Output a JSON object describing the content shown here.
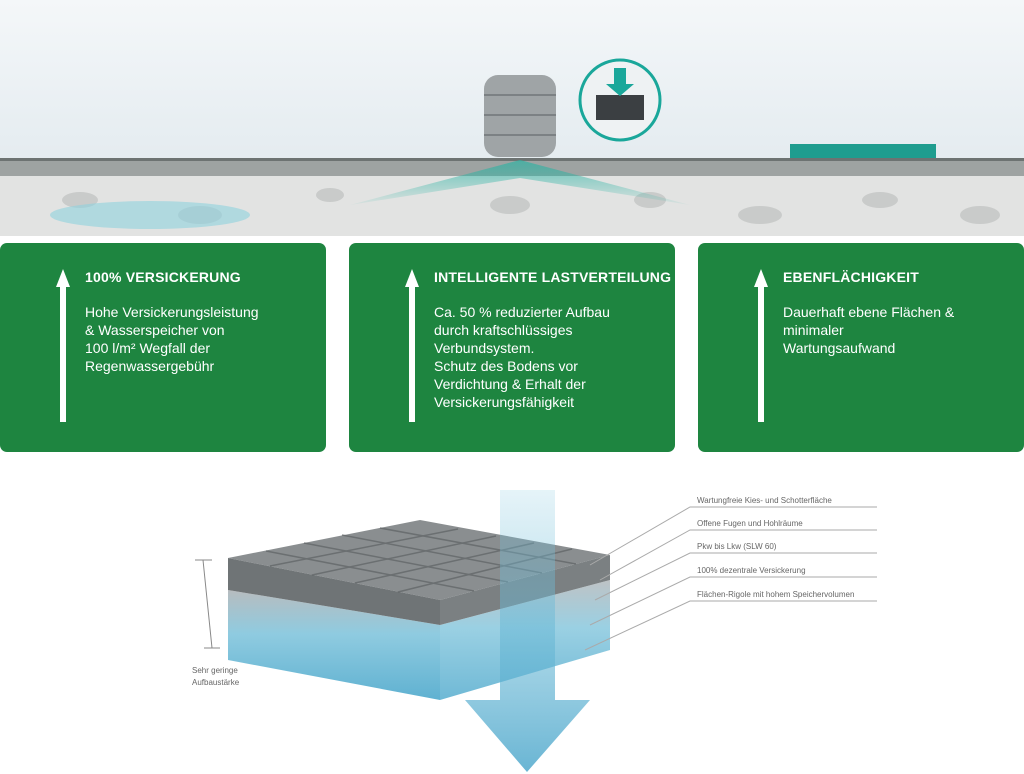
{
  "cards": [
    {
      "title": "100% VERSICKERUNG",
      "lines": [
        "Hohe Versickerungsleistung",
        "& Wasserspeicher von",
        "100 l/m² Wegfall der",
        "Regenwassergebühr"
      ]
    },
    {
      "title": "INTELLIGENTE LASTVERTEILUNG",
      "lines": [
        "Ca. 50 % reduzierter Aufbau",
        "durch kraftschlüssiges",
        "Verbundsystem.",
        "Schutz des Bodens vor",
        "Verdichtung & Erhalt der",
        "Versickerungsfähigkeit"
      ]
    },
    {
      "title": "EBENFLÄCHIGKEIT",
      "lines": [
        "Dauerhaft ebene Flächen &",
        "minimaler",
        "Wartungsaufwand"
      ]
    }
  ],
  "diagram": {
    "labels": [
      "Wartungfreie Kies- und Schotterfläche",
      "Offene Fugen und Hohlräume",
      "Pkw bis Lkw (SLW 60)",
      "100% dezentrale Versickerung",
      "Flächen-Rigole mit hohem Speichervolumen"
    ],
    "side_label": [
      "Sehr geringe",
      "Aufbaustärke"
    ]
  },
  "colors": {
    "green": "#1e8540",
    "teal": "#2aa59a",
    "water": "#7fc6dd"
  }
}
